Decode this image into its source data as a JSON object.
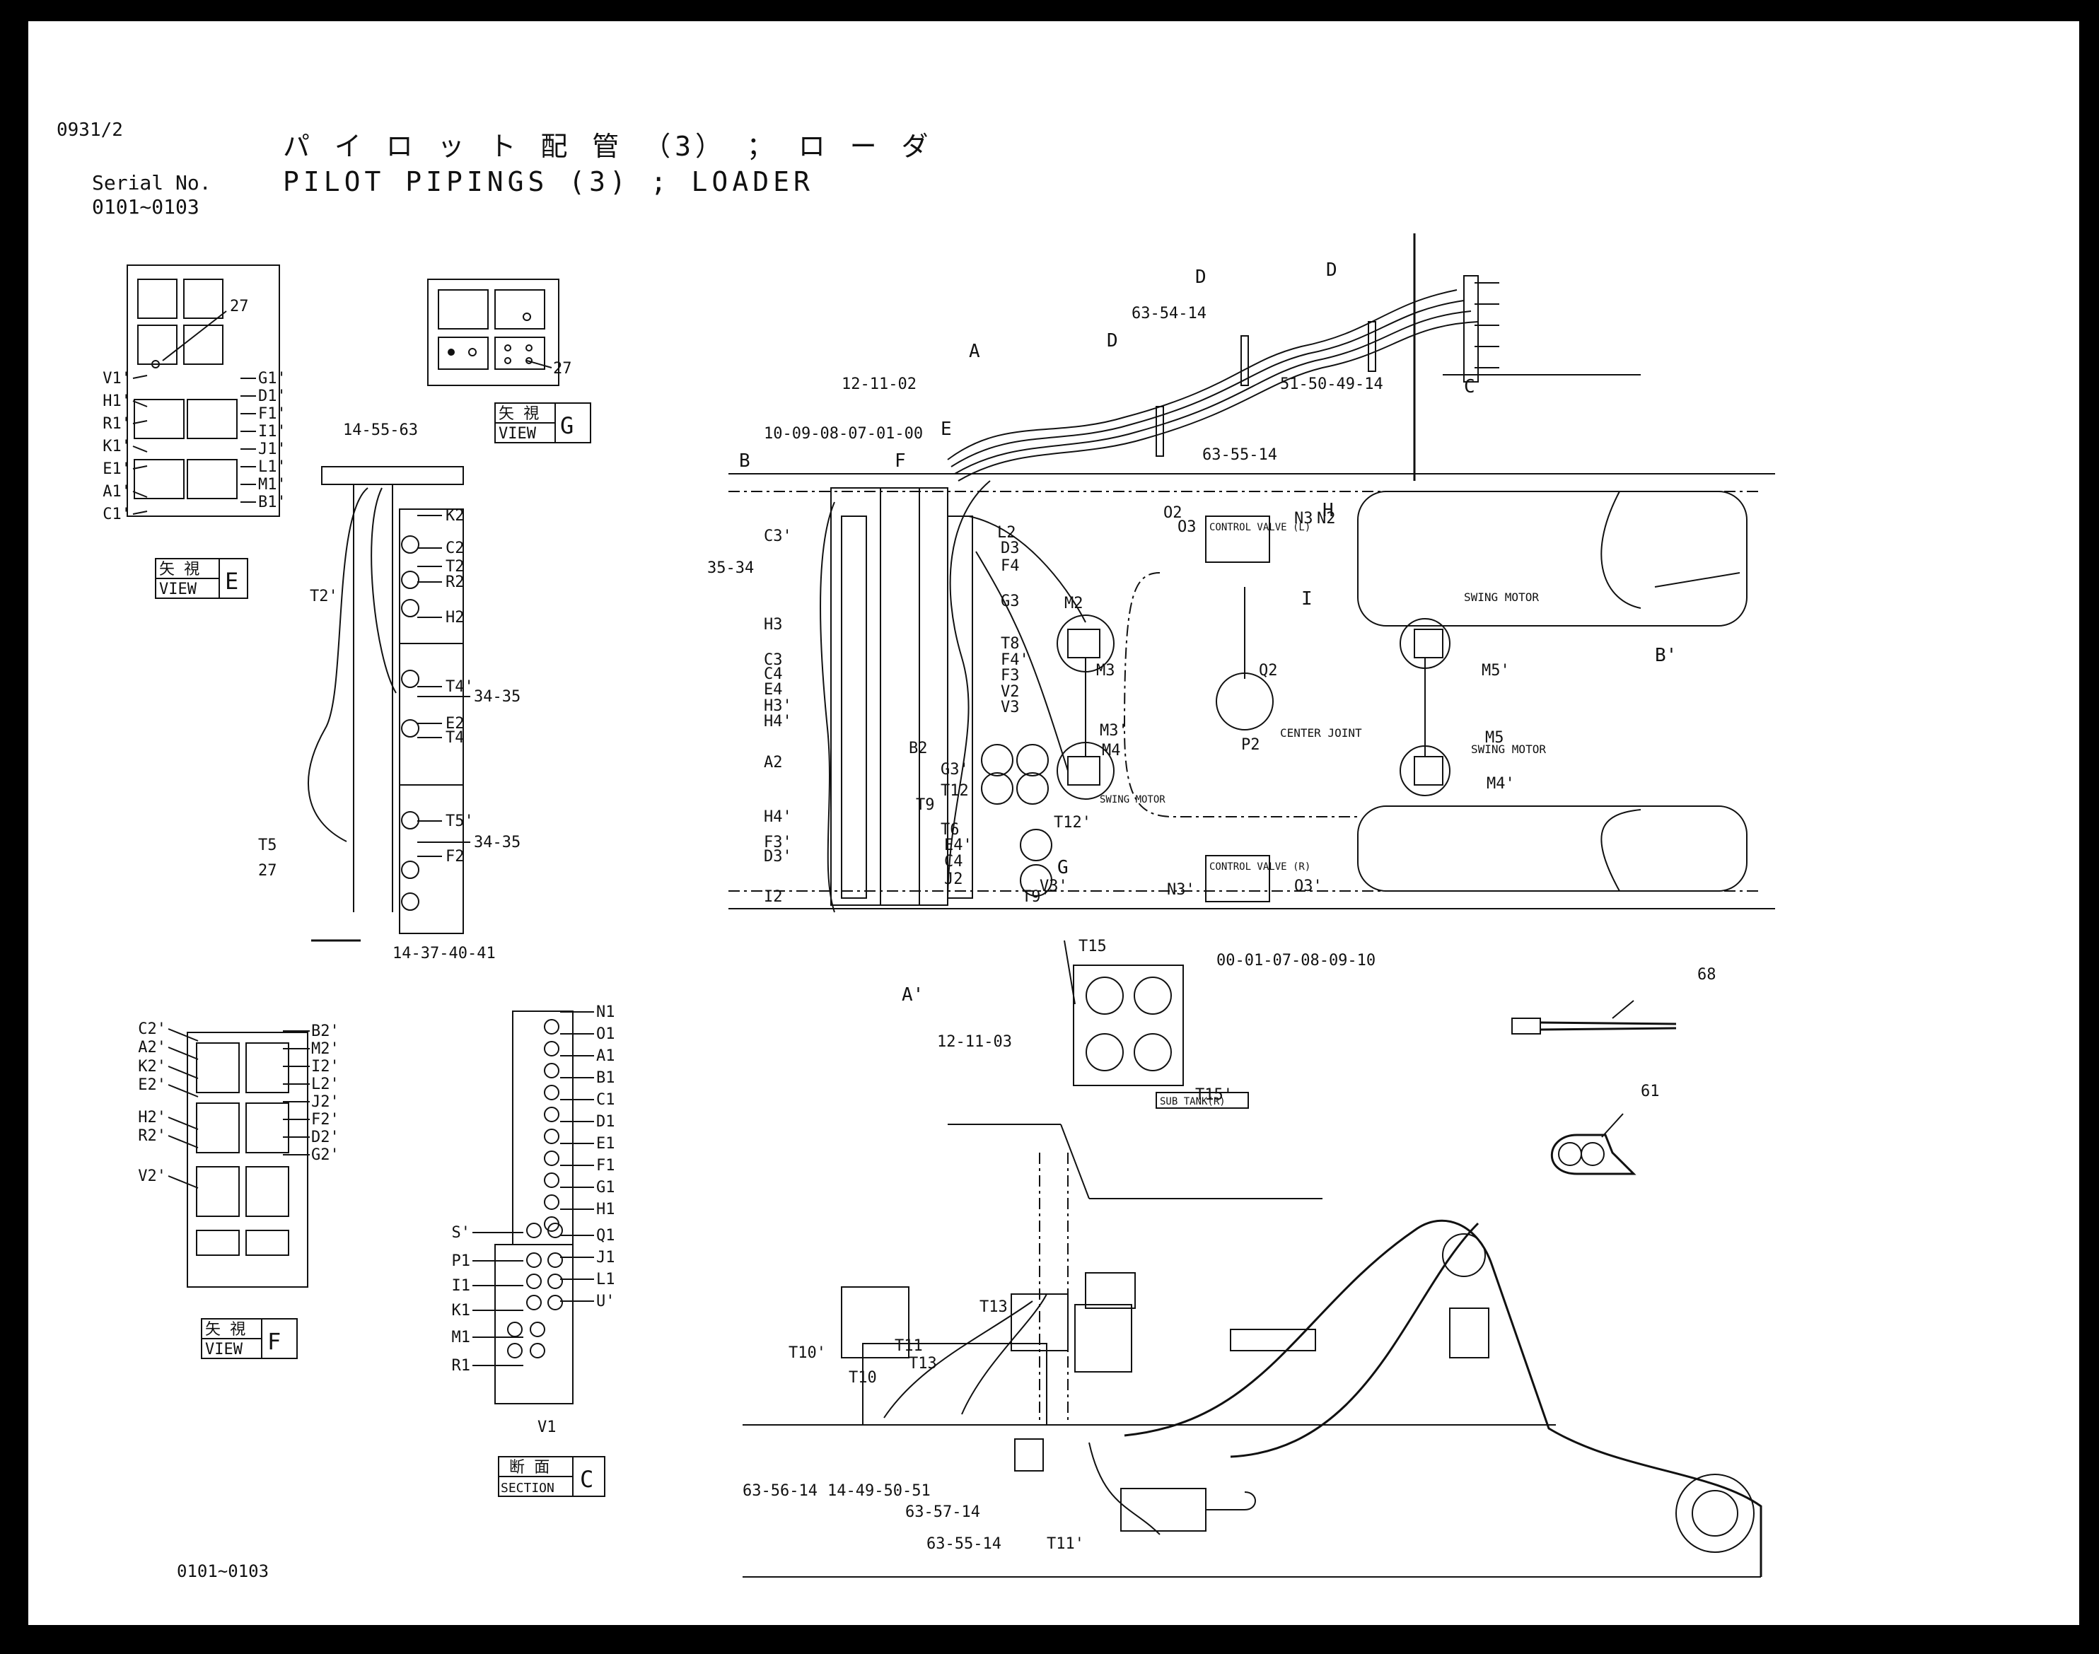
{
  "header": {
    "page_no": "0931/2",
    "serial_label": "Serial No.",
    "serial_range": "0101~0103",
    "title_jp": "パ イ ロ ッ ト 配 管 （3） ； ロ ー ダ",
    "title_en": "PILOT PIPINGS (3) ; LOADER",
    "footer_range": "0101~0103"
  },
  "views": {
    "e": {
      "jp": "矢 視",
      "en": "VIEW",
      "letter": "E"
    },
    "g": {
      "jp": "矢 視",
      "en": "VIEW",
      "letter": "G"
    },
    "f": {
      "jp": "矢 視",
      "en": "VIEW",
      "letter": "F"
    },
    "c": {
      "jp": "断 面",
      "en": "SECTION",
      "letter": "C"
    }
  },
  "view_e_labels": {
    "left": [
      "V1'",
      "H1'",
      "R1'",
      "K1'",
      "E1'",
      "A1'",
      "C1'"
    ],
    "right": [
      "G1'",
      "D1'",
      "F1'",
      "I1'",
      "J1'",
      "L1'",
      "M1'",
      "B1'"
    ],
    "num": "27"
  },
  "view_g_num": "27",
  "view_f_labels": {
    "left": [
      "C2'",
      "A2'",
      "K2'",
      "E2'",
      "H2'",
      "R2'",
      "V2'"
    ],
    "right": [
      "B2'",
      "M2'",
      "I2'",
      "L2'",
      "J2'",
      "F2'",
      "D2'",
      "G2'"
    ]
  },
  "section_c_labels": {
    "right": [
      "N1",
      "O1",
      "A1",
      "B1",
      "C1",
      "D1",
      "E1",
      "F1",
      "G1",
      "H1",
      "Q1",
      "J1",
      "L1",
      "U'"
    ],
    "left": [
      "S'",
      "P1",
      "I1",
      "K1",
      "M1",
      "R1"
    ],
    "bottom": "V1"
  },
  "valve_column_labels": {
    "top": "14-55-63",
    "right": [
      "K2",
      "C2",
      "T2",
      "R2",
      "H2",
      "T4'",
      "34-35",
      "E2",
      "T4",
      "T5'",
      "34-35",
      "F2"
    ],
    "left": [
      "T2'",
      "T5",
      "27"
    ],
    "bottom": "14-37-40-41"
  },
  "main_labels": {
    "part_nos": [
      "63-54-14",
      "51-50-49-14",
      "63-55-14",
      "12-11-02",
      "10-09-08-07-01-00",
      "35-34",
      "00-01-07-08-09-10",
      "12-11-03",
      "68",
      "61",
      "63-56-14",
      "14-49-50-51",
      "63-57-14",
      "63-55-14"
    ],
    "arrows": [
      "D",
      "D",
      "D",
      "A",
      "B",
      "B'",
      "A'",
      "C",
      "E",
      "F",
      "G",
      "H",
      "I"
    ],
    "ports_left": [
      "C3'",
      "H3",
      "C3",
      "C4",
      "E4",
      "H3'",
      "H4'",
      "A2",
      "H4'",
      "F3'",
      "D3'",
      "I2"
    ],
    "ports_mid": [
      "L2",
      "D3",
      "F4",
      "G3",
      "T8",
      "F4'",
      "F3",
      "V2",
      "V3",
      "B2",
      "G3'",
      "T12",
      "T9",
      "T6",
      "E4'",
      "C4",
      "J2",
      "T12'",
      "V3'",
      "T9'"
    ],
    "motors": [
      "M2",
      "M3",
      "M3'",
      "M4",
      "M5'",
      "M5",
      "M4'",
      "O2",
      "Q2",
      "O3",
      "P2",
      "N3",
      "N2",
      "N3'",
      "O3'"
    ],
    "components": [
      "CONTROL VALVE (L)",
      "CONTROL VALVE (R)",
      "SWING MOTOR",
      "SWING MOTOR",
      "SWING MOTOR",
      "CENTER JOINT",
      "SUB TANK(R)"
    ],
    "tubes": [
      "T15",
      "T15'",
      "T10'",
      "T10",
      "T11",
      "T13",
      "T13",
      "T11'"
    ]
  }
}
